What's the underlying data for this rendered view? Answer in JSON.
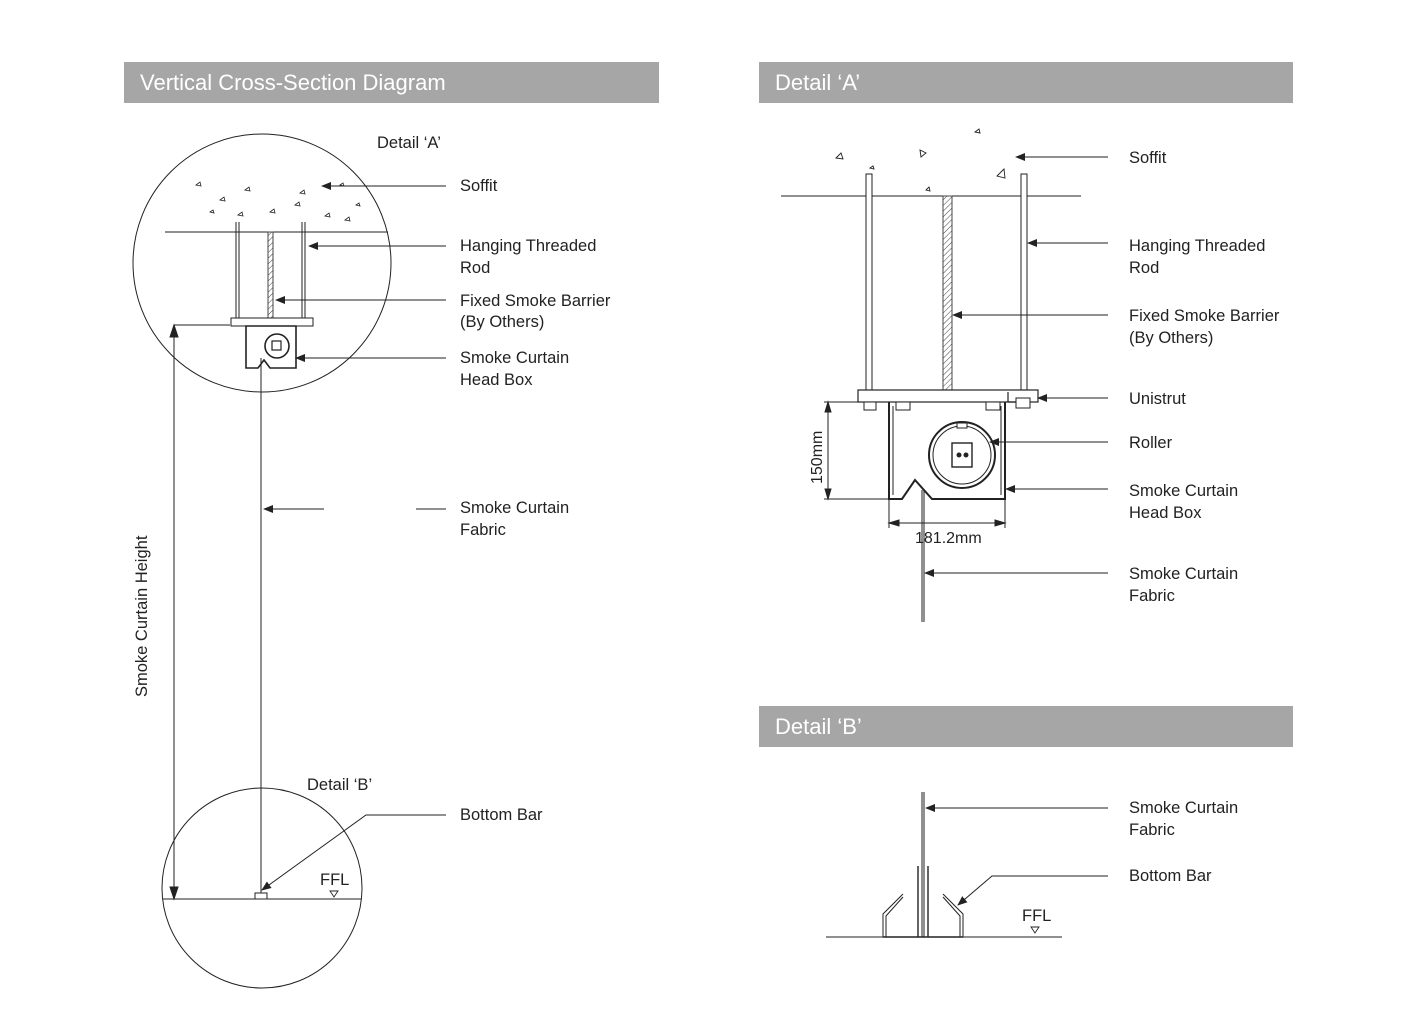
{
  "headers": {
    "main": "Vertical Cross-Section Diagram",
    "detail_a": "Detail ‘A’",
    "detail_b": "Detail ‘B’"
  },
  "main": {
    "detail_a_tag": "Detail ‘A’",
    "detail_b_tag": "Detail ‘B’",
    "soffit": "Soffit",
    "rod_1": "Hanging Threaded",
    "rod_2": "Rod",
    "barrier_1": "Fixed Smoke Barrier",
    "barrier_2": "(By Others)",
    "headbox_1": "Smoke Curtain",
    "headbox_2": "Head Box",
    "fabric_1": "Smoke Curtain",
    "fabric_2": "Fabric",
    "bottom_bar": "Bottom Bar",
    "ffl": "FFL",
    "height": "Smoke Curtain Height"
  },
  "detail_a": {
    "soffit": "Soffit",
    "rod_1": "Hanging Threaded",
    "rod_2": "Rod",
    "barrier_1": "Fixed Smoke Barrier",
    "barrier_2": "(By Others)",
    "unistrut": "Unistrut",
    "roller": "Roller",
    "headbox_1": "Smoke Curtain",
    "headbox_2": "Head Box",
    "fabric_1": "Smoke Curtain",
    "fabric_2": "Fabric",
    "dim_height": "150mm",
    "dim_width": "181.2mm"
  },
  "detail_b": {
    "fabric_1": "Smoke Curtain",
    "fabric_2": "Fabric",
    "bottom_bar": "Bottom Bar",
    "ffl": "FFL"
  }
}
